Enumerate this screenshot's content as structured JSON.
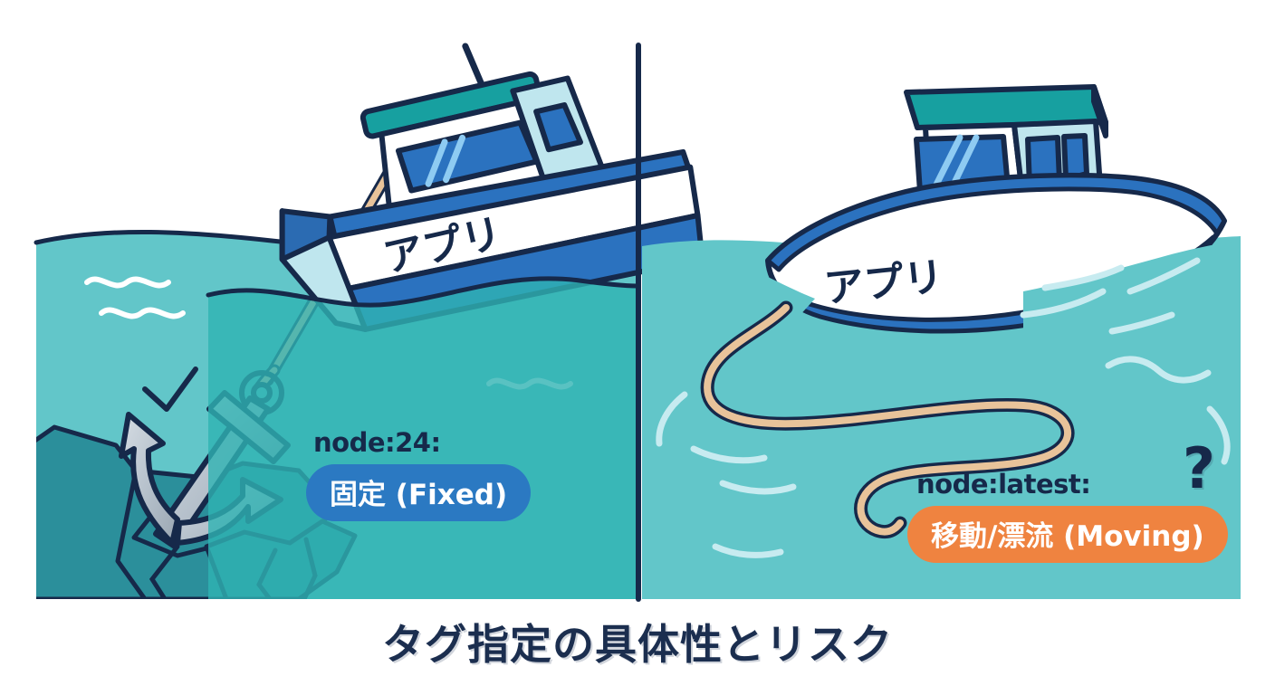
{
  "illustration": {
    "title": "タグ指定の具体性とリスク",
    "panels": [
      {
        "id": "left",
        "side": "left",
        "concept": "anchored-fixed-tag",
        "boat_label": "アプリ",
        "code_label": "node:24:",
        "badge_label": "固定 (Fixed)",
        "badge_color": "#2b79c2",
        "marker_icon": "checkmark-icon",
        "anchor_icon": "anchor-icon",
        "rope_state": "taut"
      },
      {
        "id": "right",
        "side": "right",
        "concept": "drifting-latest-tag",
        "boat_label": "アプリ",
        "code_label": "node:latest:",
        "badge_label": "移動/漂流 (Moving)",
        "badge_color": "#ef8340",
        "marker_icon": "question-mark-icon",
        "marker_label": "?",
        "rope_state": "loose-drifting"
      }
    ],
    "colors": {
      "outline": "#16294a",
      "water": "#62c6c9",
      "water_deep": "#2b8f9b",
      "rock": "#2b8f9b",
      "hull_blue": "#2b72bf",
      "hull_white": "#ffffff",
      "cabin_light": "#bfe6ee",
      "roof_teal": "#17a0a0",
      "window_blue": "#2b72bf",
      "deck_orange": "#ef6a28",
      "deck_teal": "#19a39c",
      "rope_tan": "#e8c39a",
      "anchor_gray": "#b9c3cd",
      "wave_foam": "#ffffff",
      "background": "#ffffff",
      "title_navy": "#1b2e4f"
    }
  }
}
